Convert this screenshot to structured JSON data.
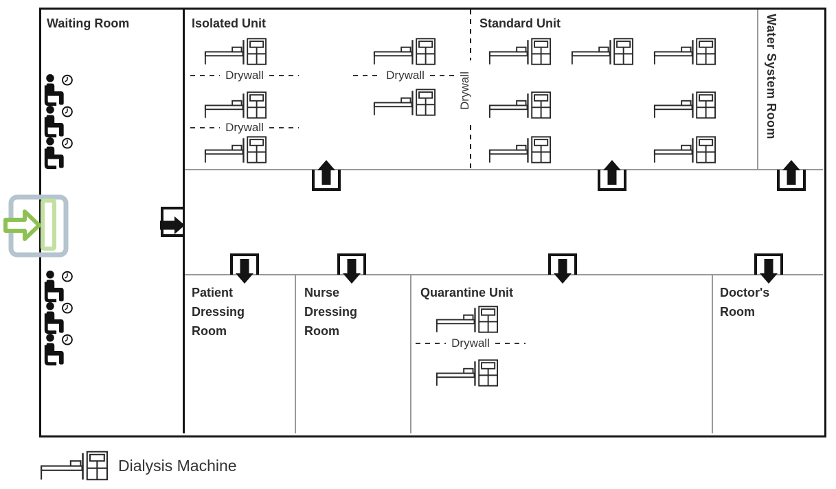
{
  "floor_plan": {
    "rooms": {
      "waiting": {
        "label": "Waiting Room",
        "waiting_patients": 6
      },
      "isolated": {
        "label": "Isolated Unit",
        "dialysis_stations": 5
      },
      "standard": {
        "label": "Standard Unit",
        "dialysis_stations": 7
      },
      "water": {
        "label": "Water System Room"
      },
      "patient_dressing": {
        "label": "Patient Dressing Room"
      },
      "nurse_dressing": {
        "label": "Nurse Dressing Room"
      },
      "quarantine": {
        "label": "Quarantine Unit",
        "dialysis_stations": 2
      },
      "doctors": {
        "label": "Doctor's Room"
      }
    },
    "partition_label": "Drywall",
    "legend": {
      "dialysis_machine": "Dialysis Machine"
    },
    "doors": {
      "up_arrows": 3,
      "down_arrows": 4,
      "right_arrows": 1,
      "entrance": 1
    },
    "colors": {
      "wall": "#141414",
      "interior_wall": "#999999",
      "text": "#2b2b2b",
      "entrance_frame": "#b5c4ce",
      "entrance_arrow": "#8dc153",
      "entrance_door": "#c3dfa2"
    }
  }
}
